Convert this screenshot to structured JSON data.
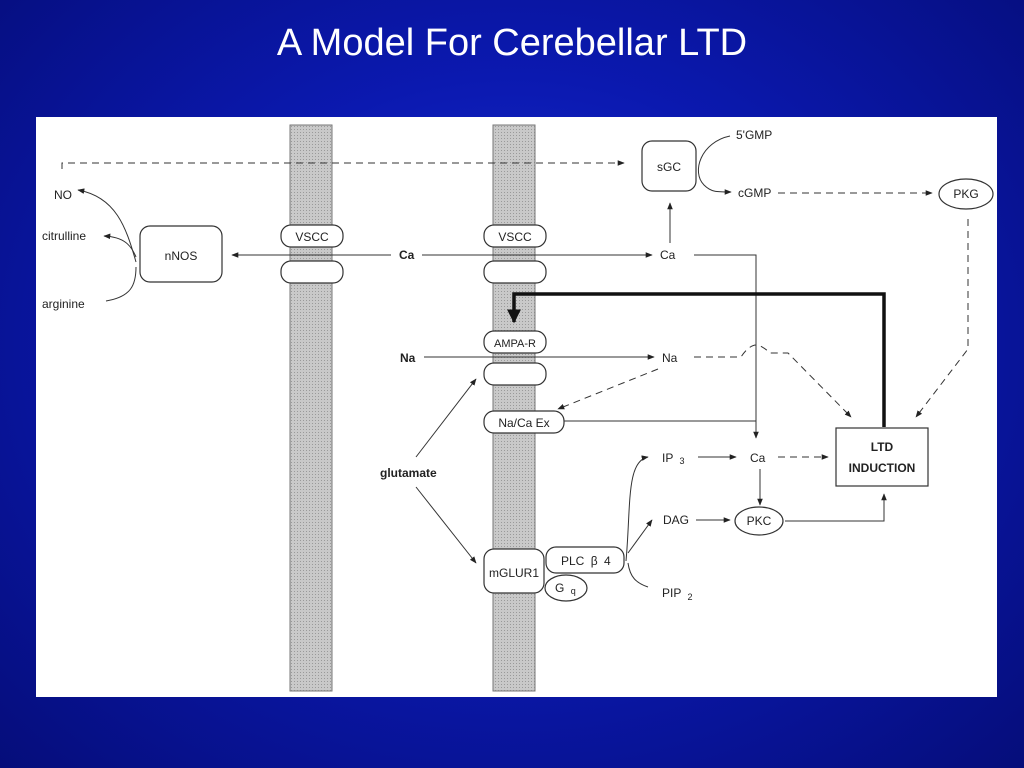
{
  "slide": {
    "title": "A Model For Cerebellar LTD"
  },
  "diagram": {
    "labels": {
      "no": "NO",
      "citrulline": "citrulline",
      "arginine": "arginine",
      "nnos": "nNOS",
      "vscc_left": "VSCC",
      "vscc_right": "VSCC",
      "ca_membrane": "Ca",
      "ca_top": "Ca",
      "sgc": "sGC",
      "five_gmp": "5'GMP",
      "cgmp": "cGMP",
      "pkg": "PKG",
      "ampa_r": "AMPA-R",
      "na_left": "Na",
      "na_right": "Na",
      "naca_ex": "Na/Ca Ex",
      "glutamate": "glutamate",
      "mglur1": "mGLUR1",
      "plc": "PLC",
      "beta": "β",
      "plc_num": "4",
      "gq": "G",
      "gq_sub": "q",
      "ip": "IP",
      "ip_sub": "3",
      "ca_mid": "Ca",
      "dag": "DAG",
      "pkc": "PKC",
      "pip": "PIP",
      "pip_sub": "2",
      "ltd_line1": "LTD",
      "ltd_line2": "INDUCTION"
    }
  }
}
